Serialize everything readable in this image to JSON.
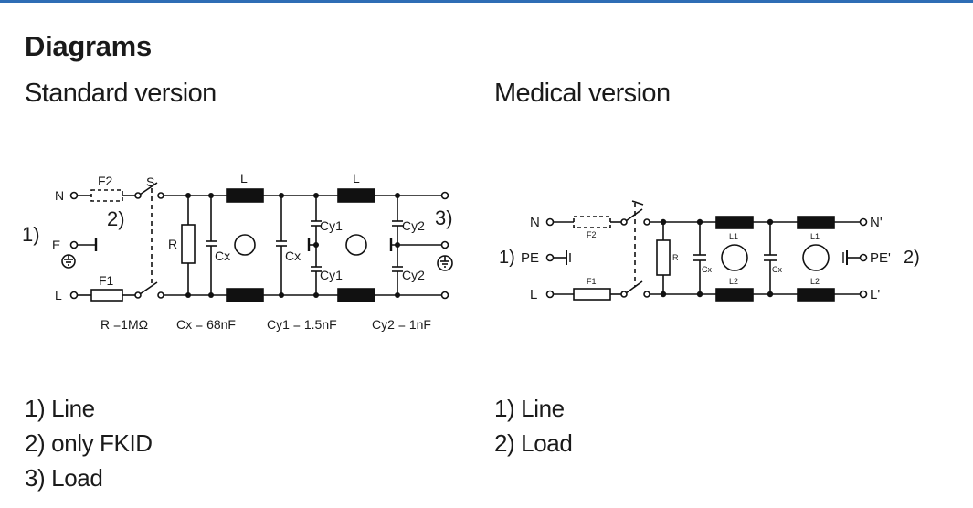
{
  "heading": "Diagrams",
  "standard": {
    "title": "Standard version",
    "labels": {
      "n": "N",
      "l": "L",
      "e": "E",
      "s": "S",
      "f1": "F1",
      "f2": "F2",
      "r": "R",
      "cx": "Cx",
      "cy1": "Cy1",
      "cy2": "Cy2",
      "ind": "L",
      "note1": "1)",
      "note2": "2)",
      "note3": "3)"
    },
    "values": {
      "r": "R =1MΩ",
      "cx": "Cx = 68nF",
      "cy1": "Cy1 = 1.5nF",
      "cy2": "Cy2 = 1nF"
    },
    "legend": [
      "1) Line",
      "2) only FKID",
      "3) Load"
    ]
  },
  "medical": {
    "title": "Medical version",
    "labels": {
      "n": "N",
      "l": "L",
      "pe": "PE",
      "n_out": "N'",
      "l_out": "L'",
      "pe_out": "PE'",
      "f1": "F1",
      "f2": "F2",
      "r": "R",
      "cx": "Cx",
      "l1": "L1",
      "l2": "L2",
      "note1": "1)",
      "note2": "2)"
    },
    "legend": [
      "1) Line",
      "2) Load"
    ]
  }
}
